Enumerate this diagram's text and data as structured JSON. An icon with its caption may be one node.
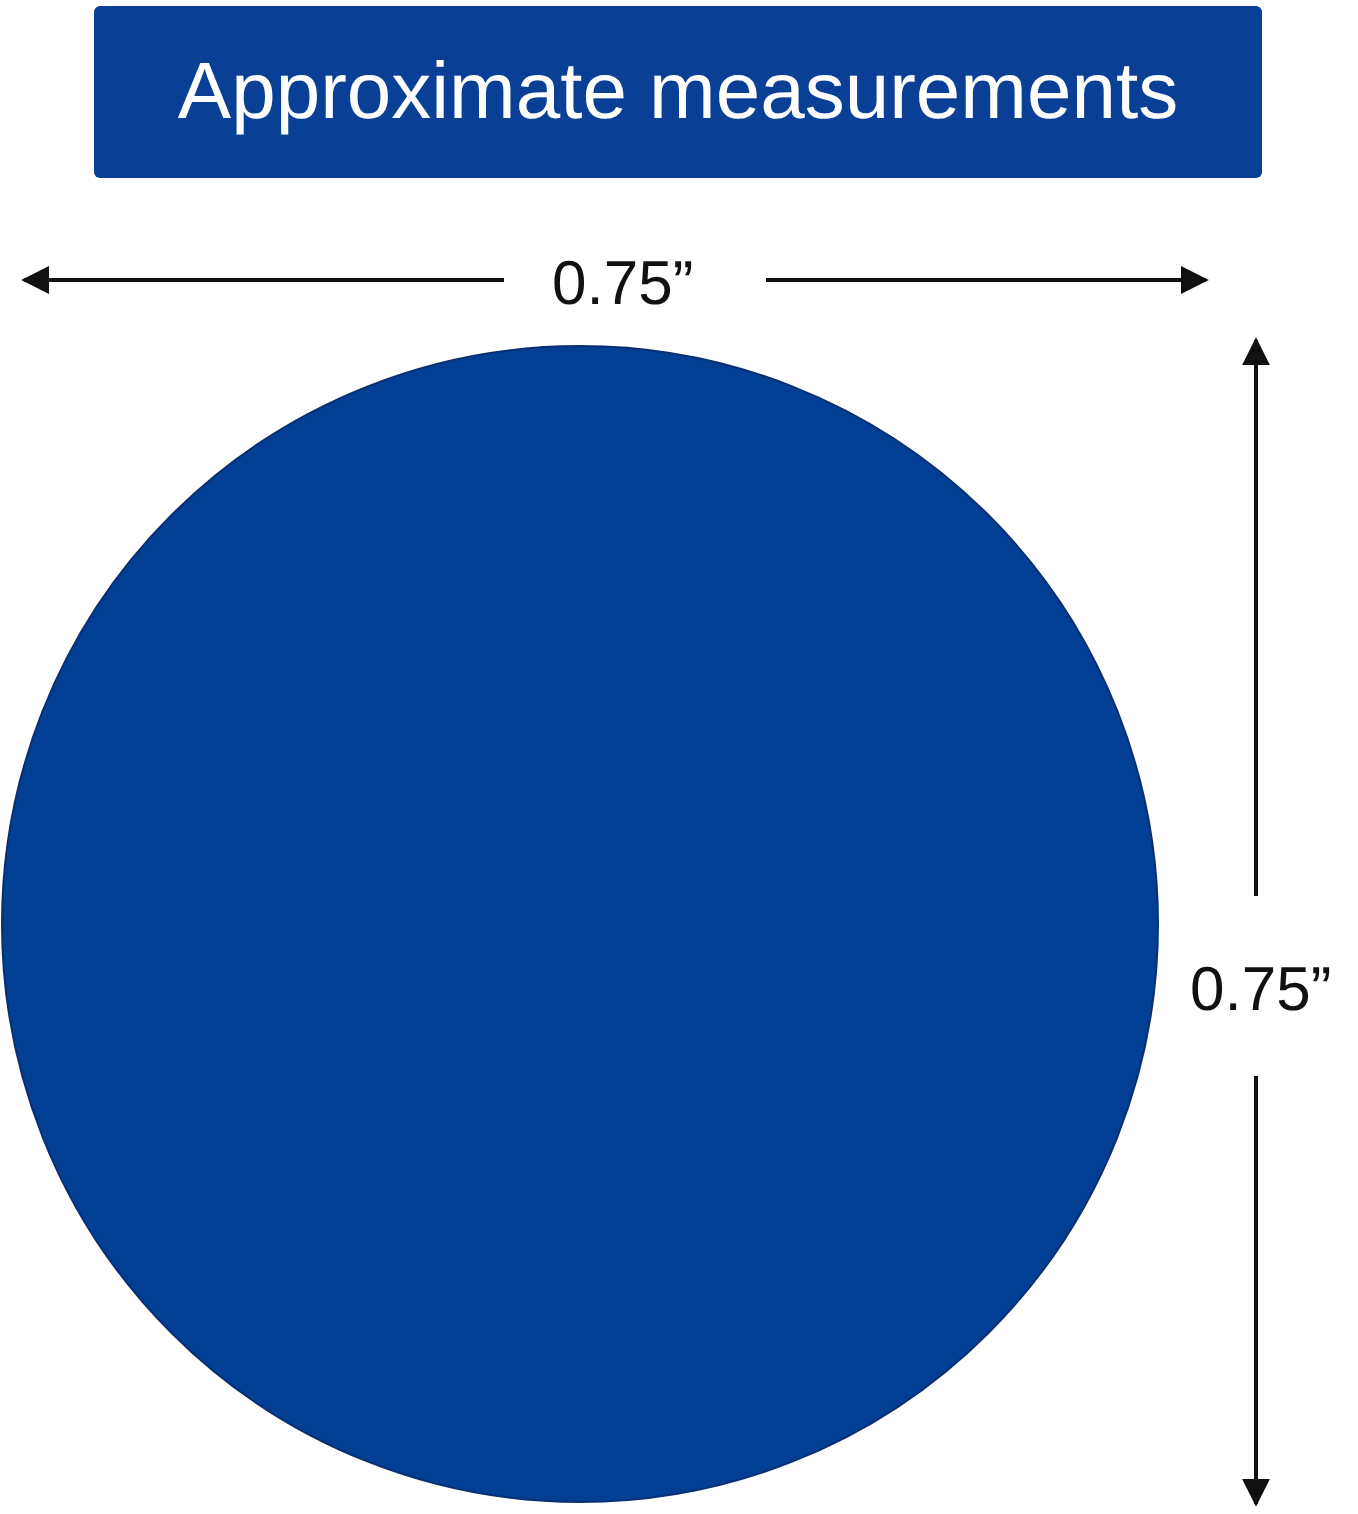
{
  "diagram": {
    "title": "Approximate measurements",
    "labels": [
      "0.75”",
      "0.75”"
    ]
  }
}
